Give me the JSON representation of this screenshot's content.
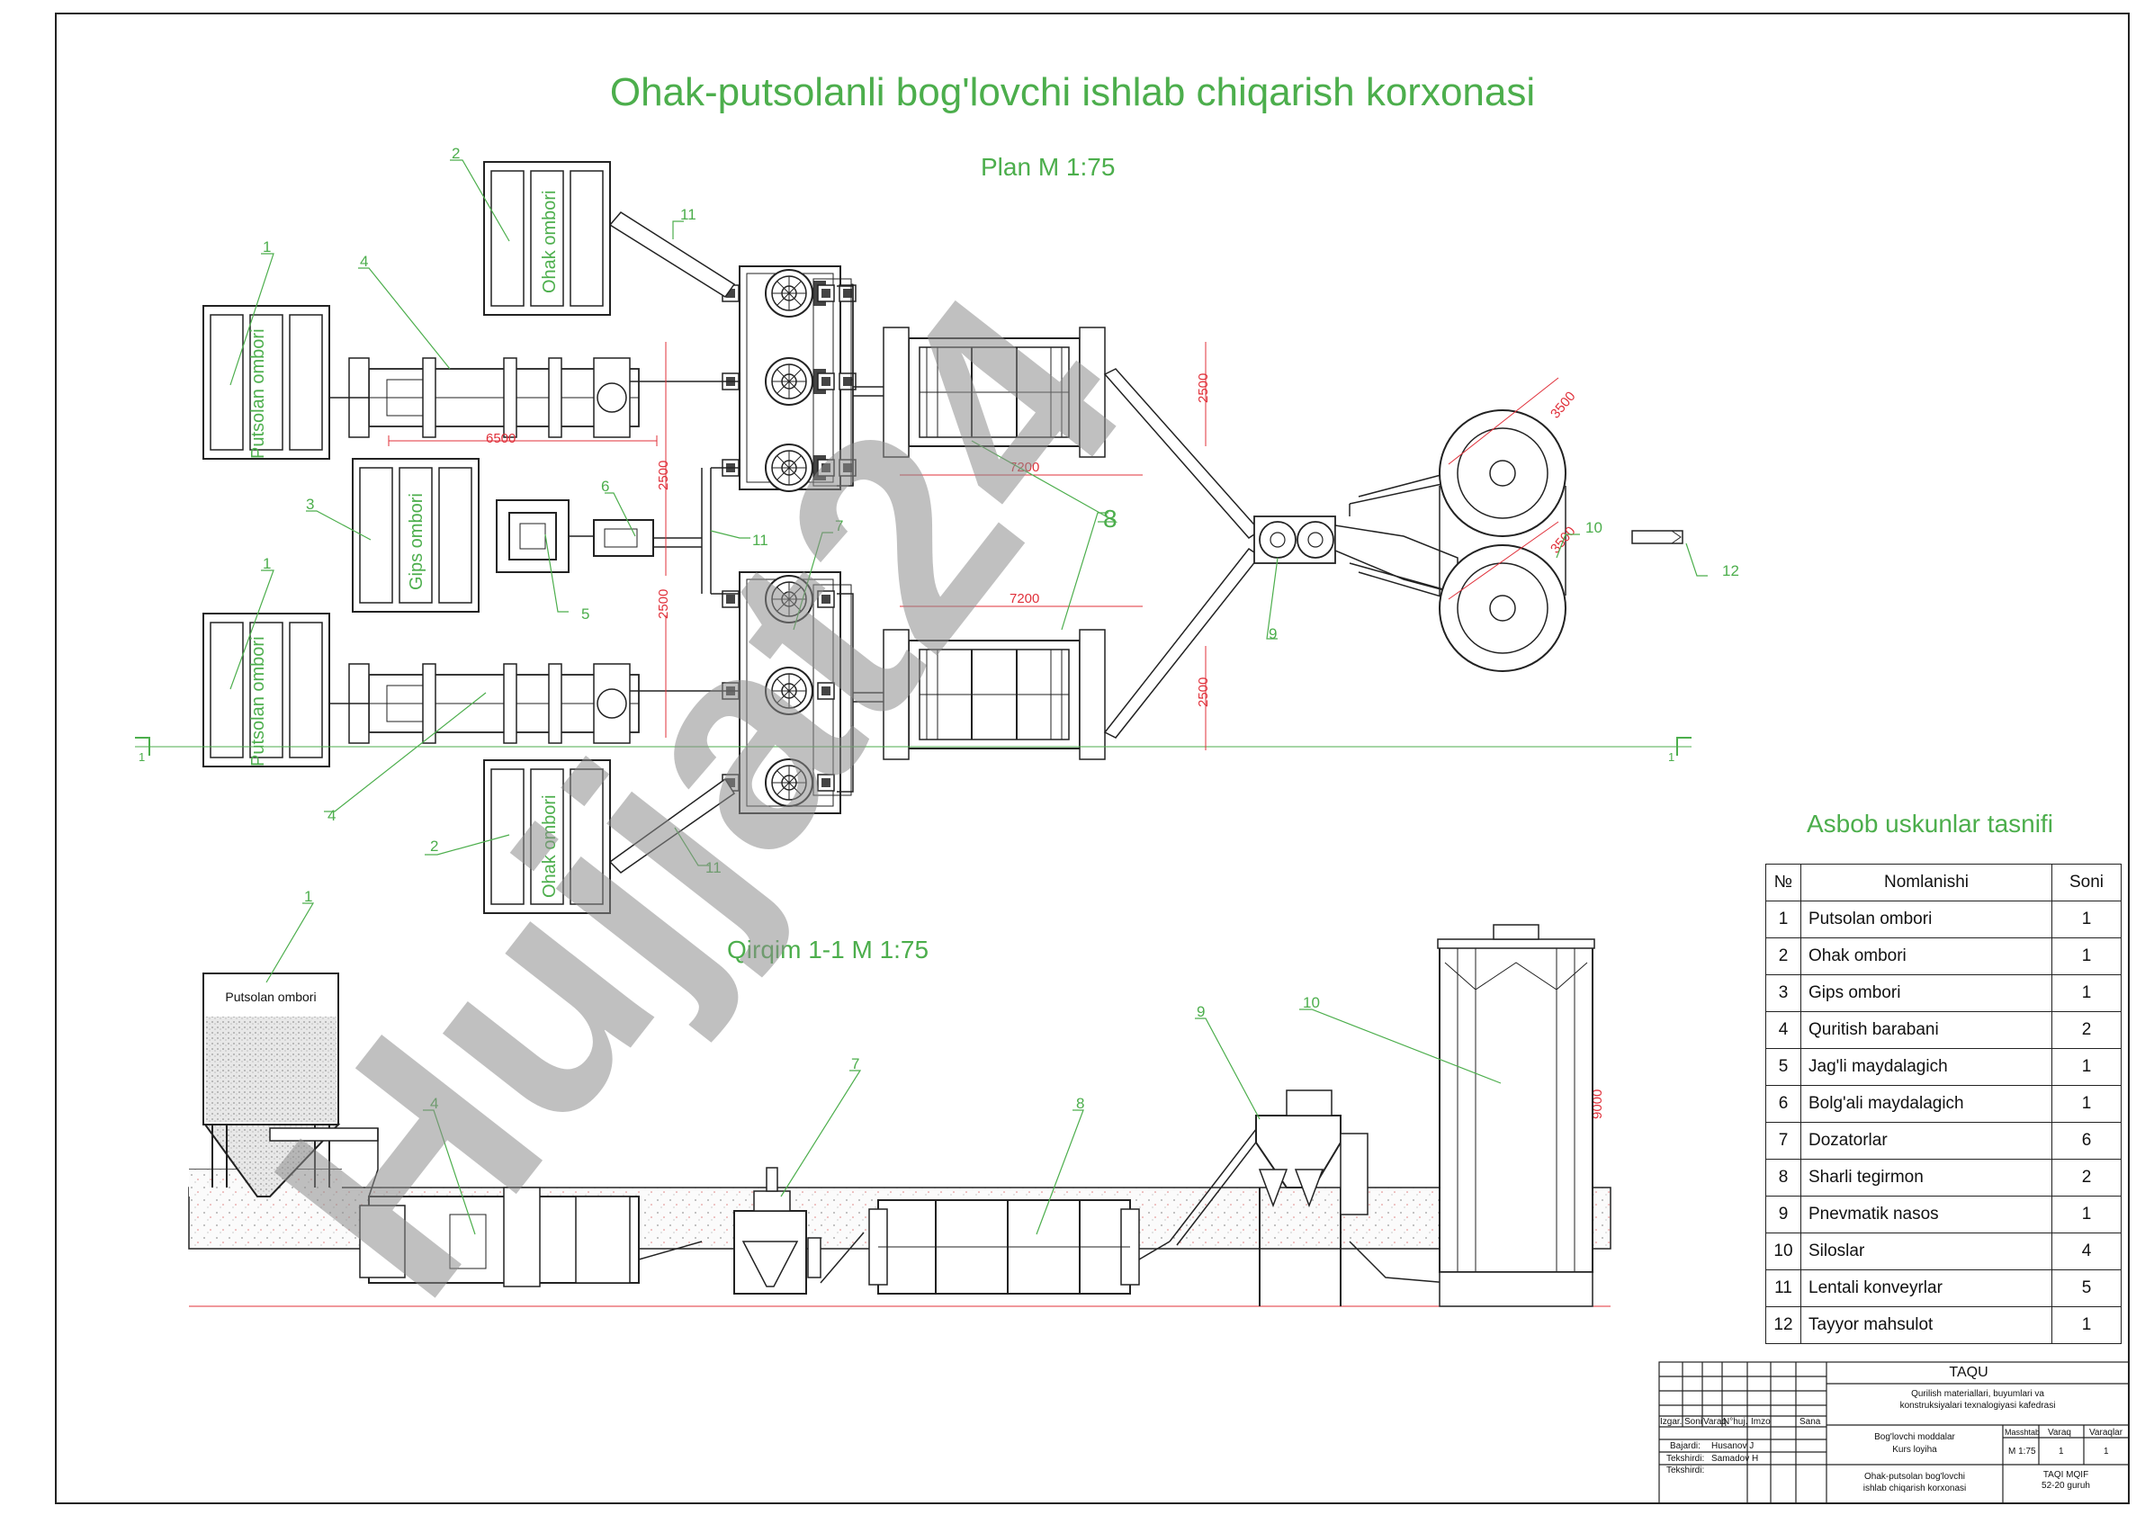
{
  "title": "Ohak-putsolanli bog'lovchi ishlab chiqarish korxonasi",
  "plan_title": "Plan M 1:75",
  "section_title": "Qirqim 1-1 M 1:75",
  "spec_title": "Asbob uskunlar tasnifi",
  "spec_headers": {
    "num": "№",
    "name": "Nomlanishi",
    "qty": "Soni"
  },
  "spec_rows": [
    {
      "num": "1",
      "name": "Putsolan ombori",
      "qty": "1"
    },
    {
      "num": "2",
      "name": "Ohak ombori",
      "qty": "1"
    },
    {
      "num": "3",
      "name": "Gips ombori",
      "qty": "1"
    },
    {
      "num": "4",
      "name": "Quritish barabani",
      "qty": "2"
    },
    {
      "num": "5",
      "name": "Jag'li maydalagich",
      "qty": "1"
    },
    {
      "num": "6",
      "name": "Bolg'ali maydalagich",
      "qty": "1"
    },
    {
      "num": "7",
      "name": "Dozatorlar",
      "qty": "6"
    },
    {
      "num": "8",
      "name": "Sharli tegirmon",
      "qty": "2"
    },
    {
      "num": "9",
      "name": "Pnevmatik nasos",
      "qty": "1"
    },
    {
      "num": "10",
      "name": "Siloslar",
      "qty": "4"
    },
    {
      "num": "11",
      "name": "Lentali konveyrlar",
      "qty": "5"
    },
    {
      "num": "12",
      "name": "Tayyor mahsulot",
      "qty": "1"
    }
  ],
  "plan_labels": {
    "putsolan1": "Putsolan ombori",
    "putsolan2": "Putsolan ombori",
    "ohak1": "Ohak ombori",
    "ohak2": "Ohak ombori",
    "gips": "Gips ombori",
    "section_putsolan": "Putsolan ombori"
  },
  "dimensions": {
    "d6500": "6500",
    "d2500a": "2500",
    "d2500b": "2500",
    "d2500c": "2500",
    "d2500d": "2500",
    "d7200a": "7200",
    "d7200b": "7200",
    "d3500a": "3500",
    "d3500b": "3500",
    "d9000": "9000"
  },
  "section_marks": {
    "left": "1",
    "right": "1"
  },
  "callouts": {
    "c1a": "1",
    "c1b": "1",
    "c2a": "2",
    "c2b": "2",
    "c3": "3",
    "c4a": "4",
    "c4b": "4",
    "c5": "5",
    "c6": "6",
    "c7": "7",
    "c8": "8",
    "c9": "9",
    "c10": "10",
    "c11a": "11",
    "c11b": "11",
    "c11c": "11",
    "c12": "12",
    "s1": "1",
    "s4": "4",
    "s7": "7",
    "s8": "8",
    "s9": "9",
    "s10": "10"
  },
  "title_block": {
    "org": "TAQU",
    "dept": "Qurilish materiallari, buyumlari va konstruksiyalari texnalogiyasi kafedrasi",
    "col_izm": "Izgar.",
    "col_soni": "Soni",
    "col_varaq": "Varaq",
    "col_nhuj": "N°huj.",
    "col_imzo": "Imzo",
    "col_sana": "Sana",
    "bajardi_label": "Bajardi:",
    "bajardi": "Husanov J",
    "tekshirdi_label": "Tekshirdi:",
    "tekshirdi": "Samadov H",
    "tekshirdi2_label": "Tekshirdi:",
    "subject": "Bog'lovchi moddalar",
    "work_type": "Kurs loyiha",
    "masshtab_label": "Masshtab",
    "masshtab": "M 1:75",
    "varaq_label": "Varaq",
    "varaq": "1",
    "varaqlar_label": "Varaqlar",
    "varaqlar": "1",
    "project": "Ohak-putsolan bog'lovchi ishlab chiqarish korxonasi",
    "group_org": "TAQI MQIF",
    "group": "52-20 guruh"
  },
  "watermark": "Hujjat24",
  "colors": {
    "green": "#4cae4c",
    "red": "#e0303a",
    "ink": "#222222",
    "watermark": "#8c8c8c",
    "watermark_purple": "#b89af0"
  }
}
